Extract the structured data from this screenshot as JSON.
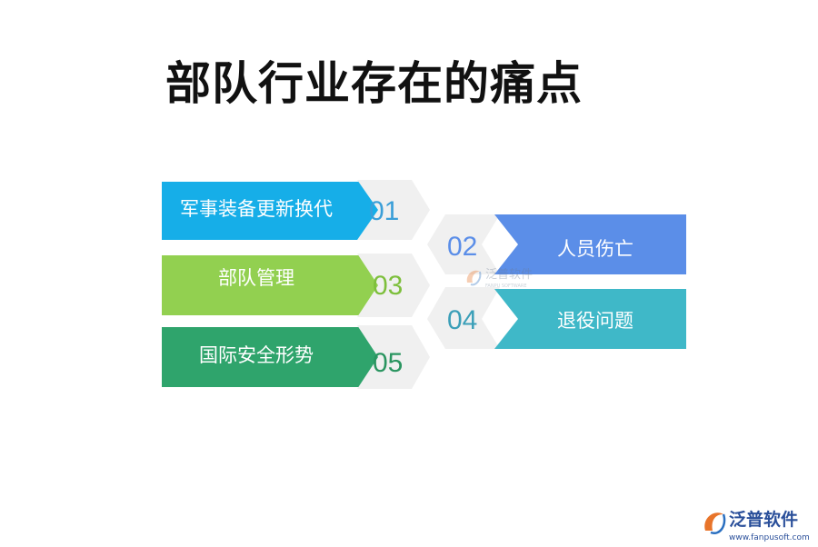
{
  "title": "部队行业存在的痛点",
  "items": [
    {
      "num": "01",
      "label": "军事装备更新换代",
      "color": "#16aee8",
      "numColor": "#3b9fd8"
    },
    {
      "num": "02",
      "label": "人员伤亡",
      "color": "#5b8ee8",
      "numColor": "#5b8ee8"
    },
    {
      "num": "03",
      "label": "部队管理",
      "color": "#92d050",
      "numColor": "#7dbf3c"
    },
    {
      "num": "04",
      "label": "退役问题",
      "color": "#3fb8c8",
      "numColor": "#3b9fb8"
    },
    {
      "num": "05",
      "label": "国际安全形势",
      "color": "#2fa46c",
      "numColor": "#2a9560"
    }
  ],
  "watermark": {
    "name": "泛普软件",
    "sub": "FANPU SOFTWARE"
  },
  "logo": {
    "name": "泛普软件",
    "url": "www.fanpusoft.com",
    "accent": "#e8742a"
  }
}
